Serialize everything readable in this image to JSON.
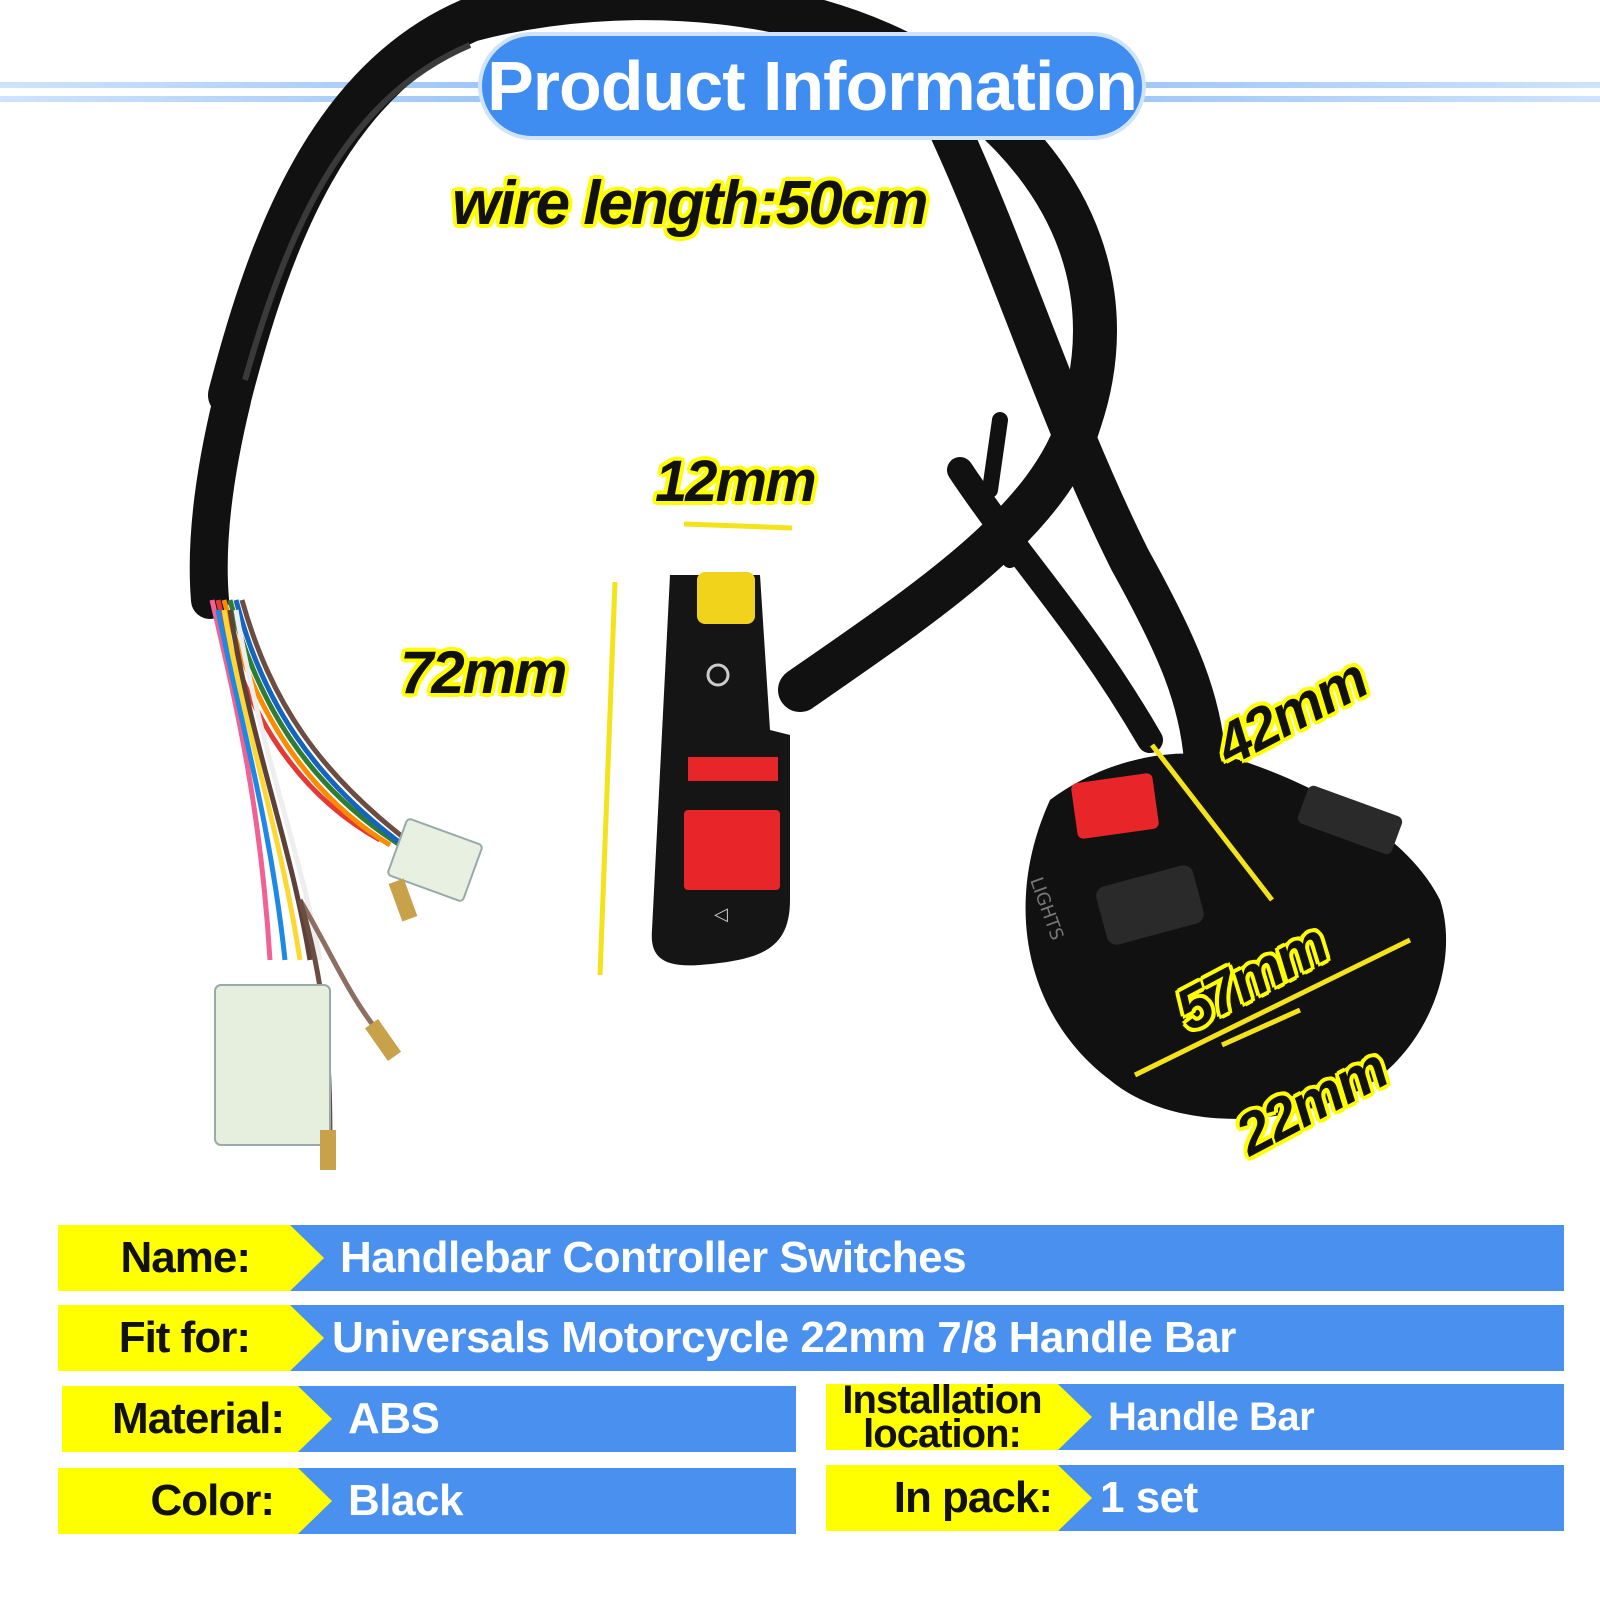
{
  "header": {
    "title": "Product Information"
  },
  "dimensions": {
    "wire_length": "wire length:50cm",
    "button_width": "12mm",
    "switch_height": "72mm",
    "housing_depth": "42mm",
    "housing_width": "57mm",
    "bar_diameter": "22mm"
  },
  "colors": {
    "accent_blue": "#4a90ee",
    "label_yellow": "#ffff00",
    "cable_black": "#111111",
    "button_red": "#e8262a",
    "button_yellow": "#f2d31c"
  },
  "specs": {
    "name_label": "Name:",
    "name_value": "Handlebar Controller Switches",
    "fit_label": "Fit for:",
    "fit_value": "Universals Motorcycle 22mm 7/8 Handle Bar",
    "material_label": "Material:",
    "material_value": "ABS",
    "color_label": "Color:",
    "color_value": "Black",
    "install_label_line1": "Installation",
    "install_label_line2": "location:",
    "install_value": "Handle Bar",
    "pack_label": "In pack:",
    "pack_value": "1 set"
  }
}
